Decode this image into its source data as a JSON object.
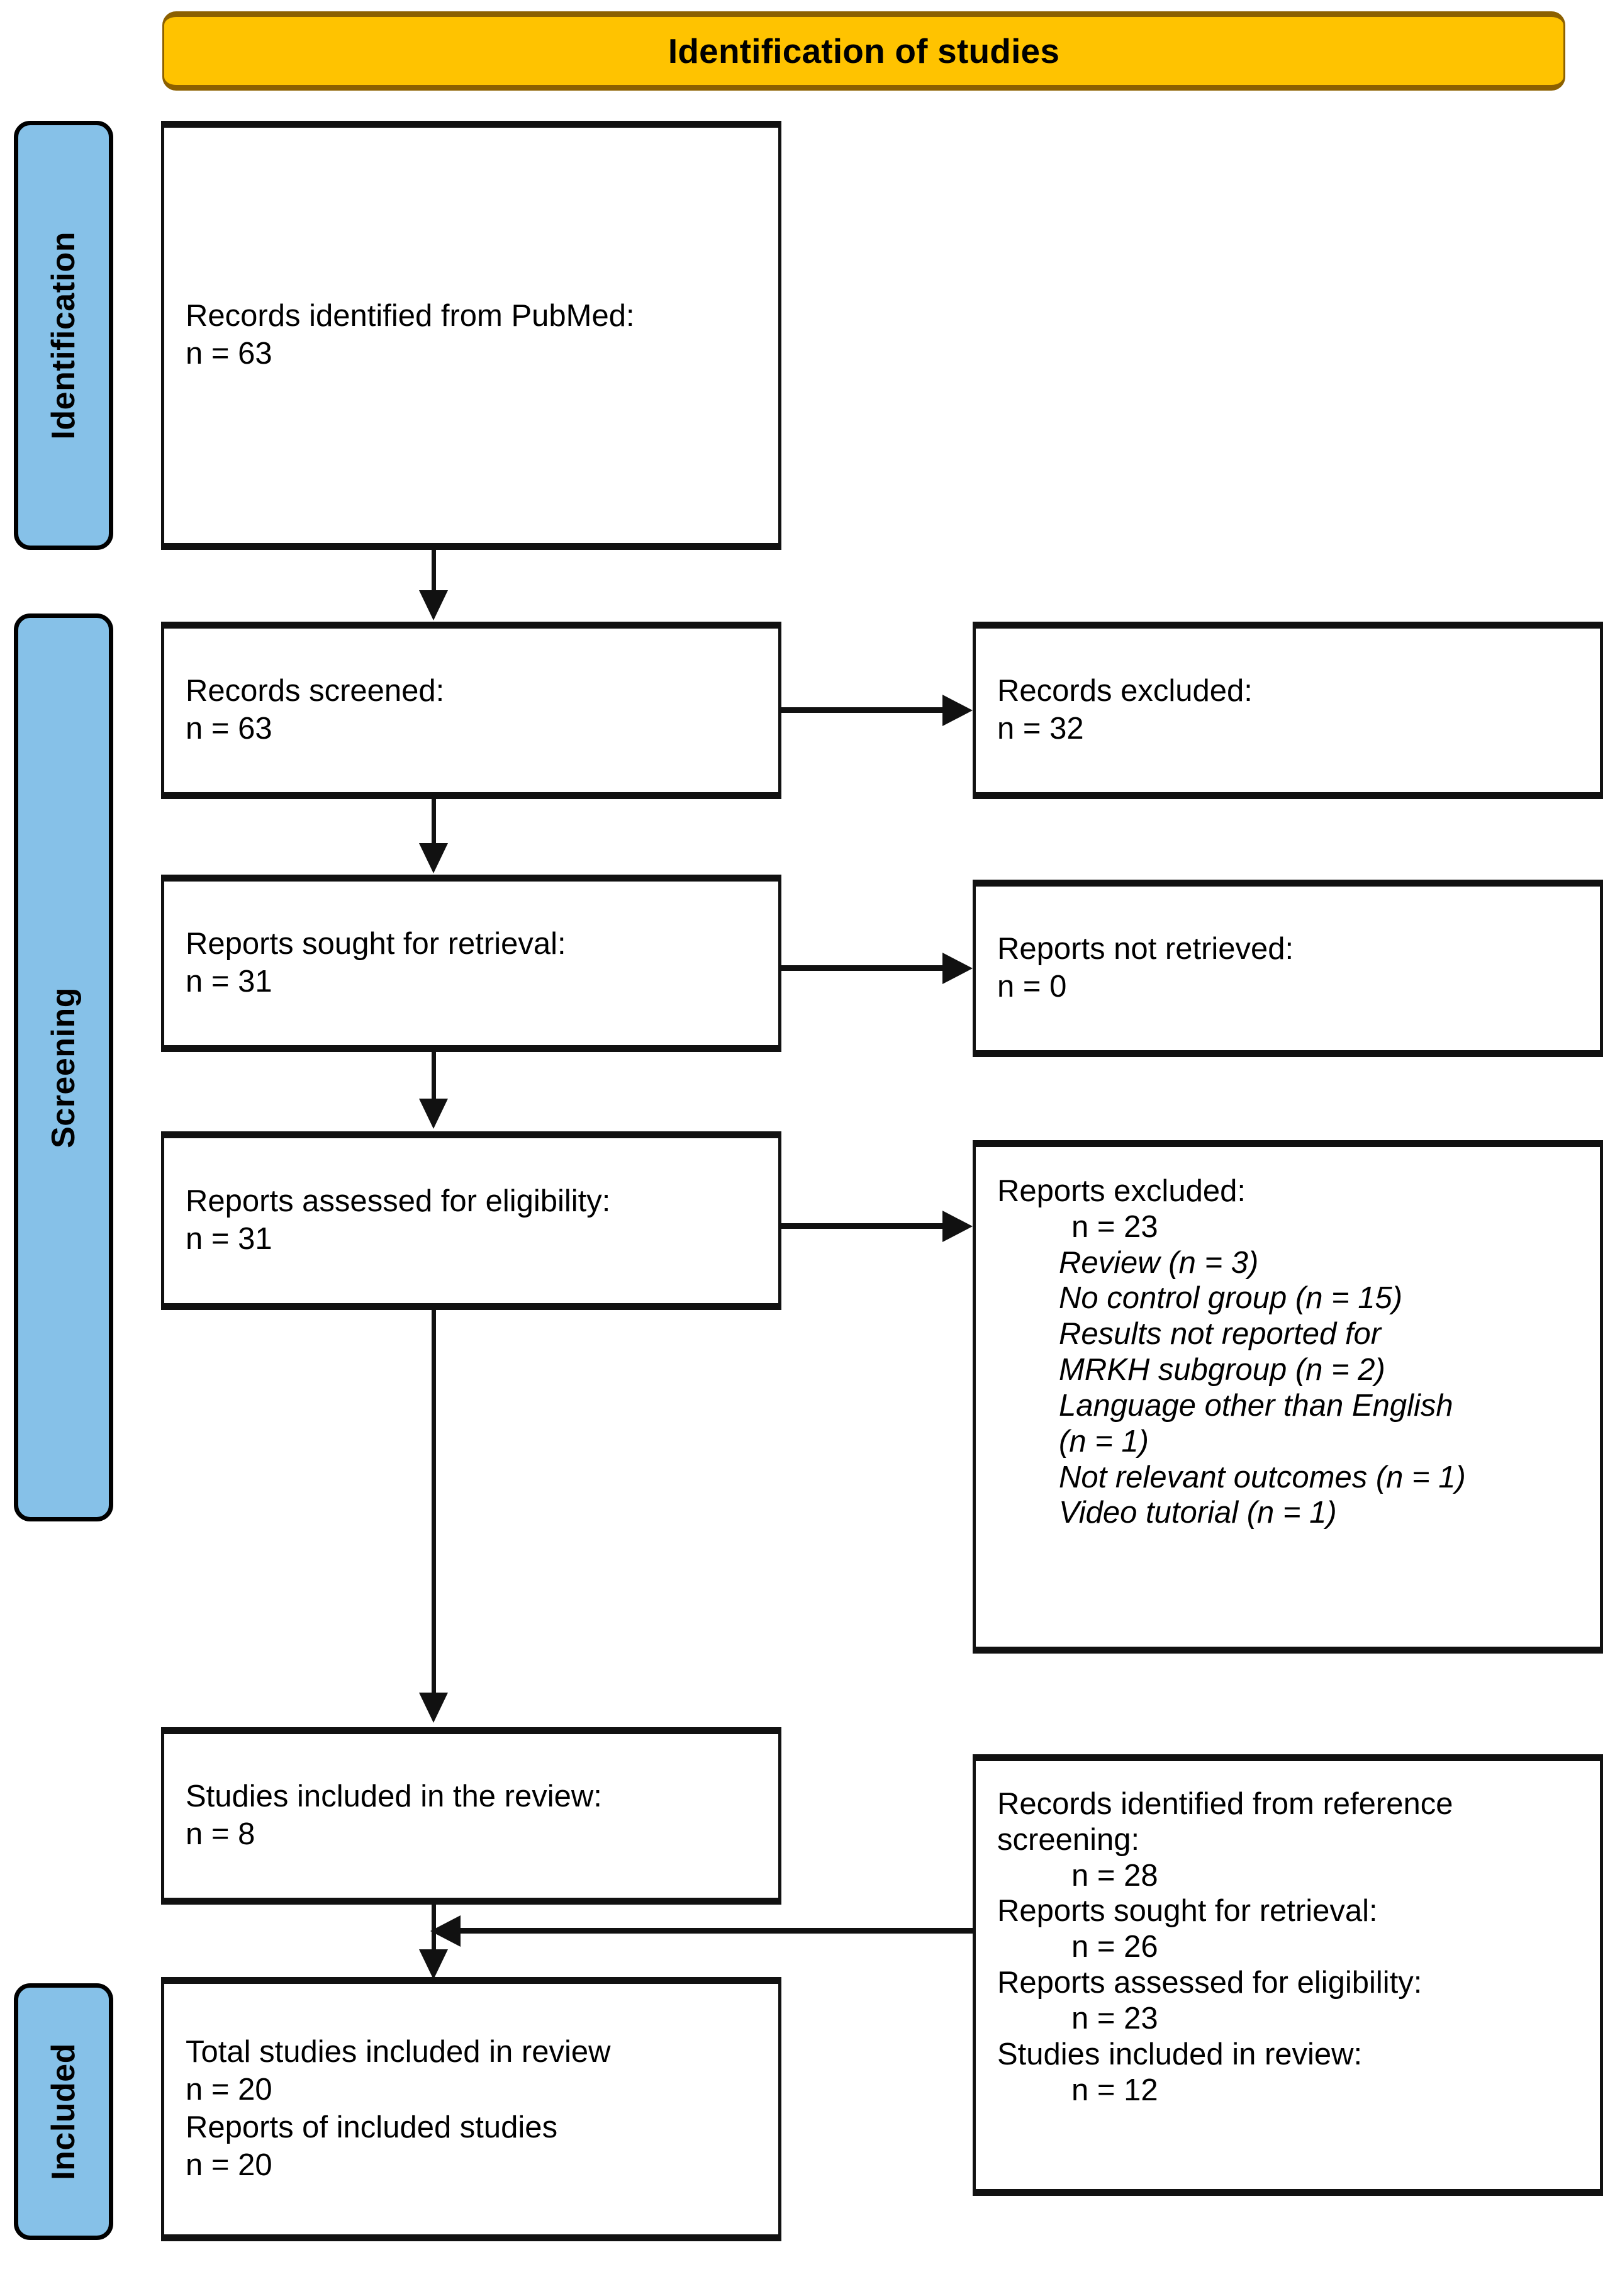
{
  "header": {
    "title": "Identification of studies"
  },
  "stages": [
    {
      "key": "identification",
      "label": "Identification"
    },
    {
      "key": "screening",
      "label": "Screening"
    },
    {
      "key": "included",
      "label": "Included"
    }
  ],
  "boxes": {
    "records_identified": {
      "name": "Records identified from PubMed:",
      "count": "n = 63"
    },
    "records_screened": {
      "name": "Records screened:",
      "count": "n = 63"
    },
    "records_excluded": {
      "name": "Records excluded:",
      "count": "n = 32"
    },
    "reports_sought": {
      "name": "Reports sought for retrieval:",
      "count": "n = 31"
    },
    "reports_not_retrieved": {
      "name": "Reports not retrieved:",
      "count": "n = 0"
    },
    "reports_assessed": {
      "name": "Reports assessed for eligibility:",
      "count": "n = 31"
    },
    "reports_excluded": {
      "name": "Reports excluded:",
      "count": "n = 23",
      "reasons": [
        "Review (n = 3)",
        "No control group (n = 15)",
        "Results not reported for",
        "MRKH subgroup (n = 2)",
        "Language other than English",
        "(n = 1)",
        "Not relevant outcomes (n = 1)",
        "Video tutorial (n = 1)"
      ]
    },
    "studies_included_review": {
      "name": "Studies included in the review:",
      "count": "n = 8"
    },
    "reference_screening": {
      "line1": "Records identified from reference",
      "line2": "screening:",
      "count1": "n = 28",
      "line3": "Reports sought for retrieval:",
      "count2": "n = 26",
      "line4": "Reports assessed for eligibility:",
      "count3": "n = 23",
      "line5": "Studies included in review:",
      "count4": "n = 12"
    },
    "total_included": {
      "line1": "Total studies included in review",
      "count1": "n = 20",
      "line2": "Reports of included studies",
      "count2": "n = 20"
    }
  },
  "colors": {
    "header_fill": "#FFC300",
    "header_border": "#8C6000",
    "stage_fill": "#86C1E8",
    "box_border": "#111111",
    "box_fill": "#FFFFFF",
    "text": "#000000"
  }
}
